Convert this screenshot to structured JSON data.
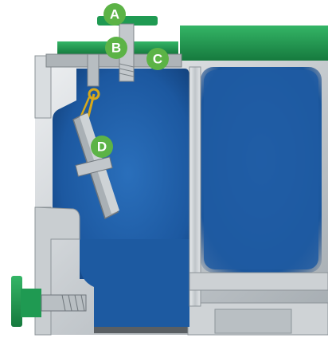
{
  "diagram": {
    "callouts": [
      {
        "id": "a",
        "label": "A",
        "color": "#5cb346"
      },
      {
        "id": "b",
        "label": "B",
        "color": "#5cb346"
      },
      {
        "id": "c",
        "label": "C",
        "color": "#5cb346"
      },
      {
        "id": "d",
        "label": "D",
        "color": "#5cb346"
      }
    ],
    "colors": {
      "body_metal": "#c8cdd1",
      "body_metal_light": "#e4e7ea",
      "body_metal_dark": "#9aa1a6",
      "fluid": "#1f5ea6",
      "fluid_dark": "#154a88",
      "green_part": "#1f9a52",
      "green_part_dark": "#157a3e",
      "spring": "#d8a91a",
      "outline": "#6f767c"
    }
  }
}
